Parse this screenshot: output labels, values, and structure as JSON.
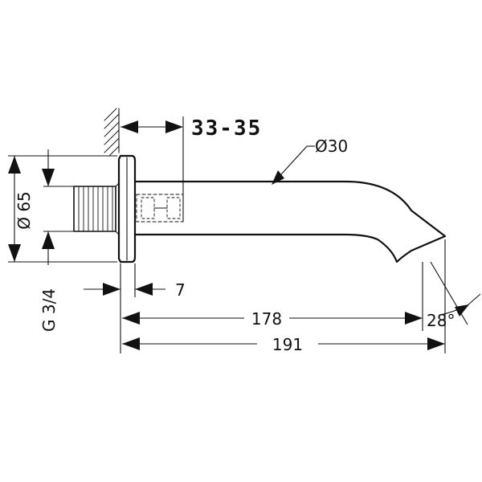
{
  "labels": {
    "wall_offset": "33-35",
    "spout_diameter": "Ø30",
    "rosette_diameter": "Ø 65",
    "thread": "G 3/4",
    "rosette_depth": "7",
    "projection_short": "178",
    "projection_total": "191",
    "outlet_angle": "28°"
  }
}
